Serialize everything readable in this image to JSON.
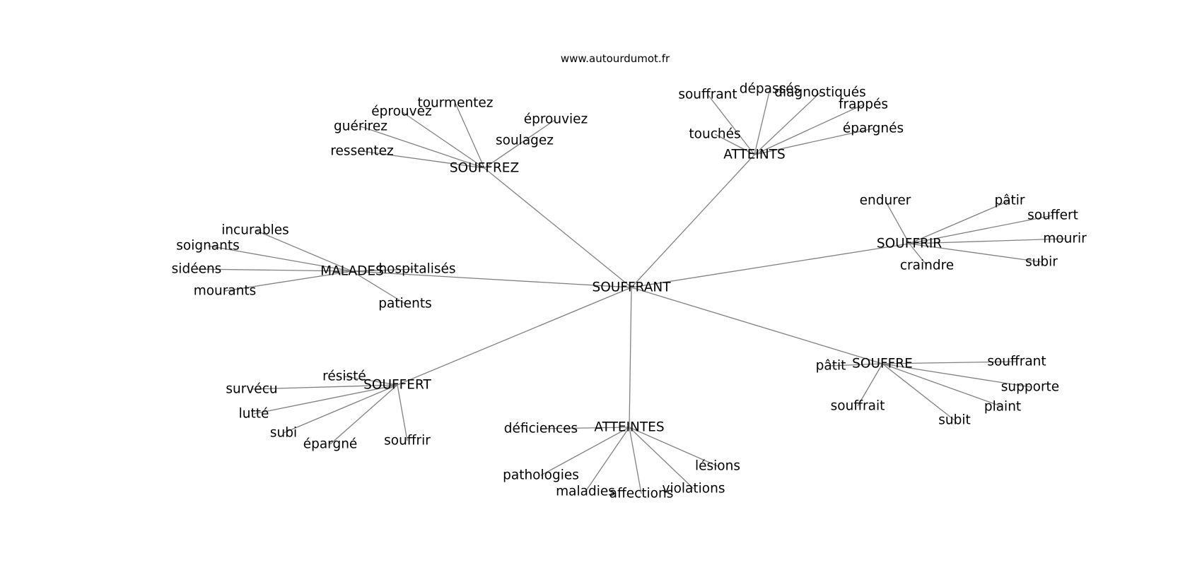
{
  "site_title": "www.autourdumot.fr",
  "graph": {
    "center": "SOUFFRANT",
    "hubs": [
      {
        "id": "souffrez",
        "label": "SOUFFREZ",
        "words": [
          "ressentez",
          "guérirez",
          "éprouvez",
          "tourmentez",
          "éprouviez",
          "soulagez"
        ]
      },
      {
        "id": "atteints",
        "label": "ATTEINTS",
        "words": [
          "souffrant",
          "dépassés",
          "diagnostiqués",
          "frappés",
          "épargnés",
          "touchés"
        ]
      },
      {
        "id": "souffrir",
        "label": "SOUFFRIR",
        "words": [
          "endurer",
          "pâtir",
          "souffert",
          "mourir",
          "subir",
          "craindre"
        ]
      },
      {
        "id": "malades",
        "label": "MALADES",
        "words": [
          "incurables",
          "soignants",
          "sidéens",
          "mourants",
          "hospitalisés",
          "patients"
        ]
      },
      {
        "id": "souffre",
        "label": "SOUFFRE",
        "words": [
          "pâtit",
          "souffrant",
          "supporte",
          "plaint",
          "subit",
          "souffrait"
        ]
      },
      {
        "id": "souffert",
        "label": "SOUFFERT",
        "words": [
          "résisté",
          "survécu",
          "lutté",
          "subi",
          "épargné",
          "souffrir"
        ]
      },
      {
        "id": "atteintes",
        "label": "ATTEINTES",
        "words": [
          "déficiences",
          "pathologies",
          "maladies",
          "affections",
          "violations",
          "lésions"
        ]
      }
    ]
  }
}
